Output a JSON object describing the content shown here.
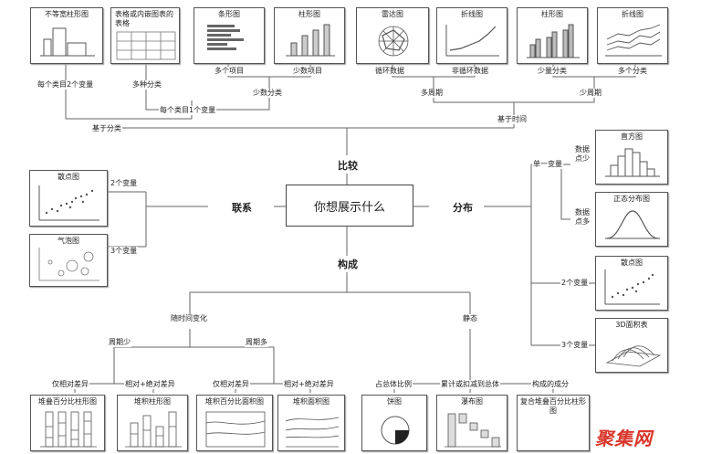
{
  "center": "你想展示什么",
  "branches": {
    "compare": "比较",
    "relation": "联系",
    "distribution": "分布",
    "composition": "构成"
  },
  "top_charts": [
    "不等宽柱形图",
    "表格或内嵌图表的表格",
    "条形图",
    "柱形图",
    "雷达图",
    "折线图",
    "柱形图",
    "折线图"
  ],
  "compare_labels": {
    "many_items": "多个项目",
    "few_items": "少数项目",
    "cyclic": "循环数据",
    "non_cyclic": "非循环数据",
    "few_cats": "少量分类",
    "many_cats": "多个分类",
    "two_vars_per_cat": "每个类目2个变量",
    "many_cat": "多种分类",
    "few_cat": "少数分类",
    "many_period": "多周期",
    "few_period": "少周期",
    "one_var_per_cat": "每个类目1个变量",
    "by_cat": "基于分类",
    "by_time": "基于时间"
  },
  "relation": {
    "two_var": "2个变量",
    "three_var": "3个变量",
    "scatter": "散点图",
    "bubble": "气泡图"
  },
  "distribution": {
    "single_var": "单一变量",
    "few_points": "数据点少",
    "many_points": "数据点多",
    "two_var": "2个变量",
    "three_var": "3个变量",
    "histogram": "直方图",
    "normal": "正态分布图",
    "scatter": "散点图",
    "area3d": "3D面积表"
  },
  "composition": {
    "over_time": "随时间变化",
    "static": "静态",
    "few_period": "周期少",
    "many_period": "周期多",
    "relative_only": "仅相对差异",
    "rel_abs": "相对+绝对差异",
    "relative_only_2": "仅相对差异",
    "rel_abs_2": "相对+绝对差异",
    "share_total": "占总体比例",
    "accum": "累计或扣减到总体",
    "components": "构成的成分"
  },
  "bottom_charts": [
    "堆叠百分比柱形图",
    "堆积柱形图",
    "堆积百分比面积图",
    "堆积面积图",
    "饼图",
    "瀑布图",
    "复合堆叠百分比柱形图"
  ],
  "watermark": "聚集网"
}
